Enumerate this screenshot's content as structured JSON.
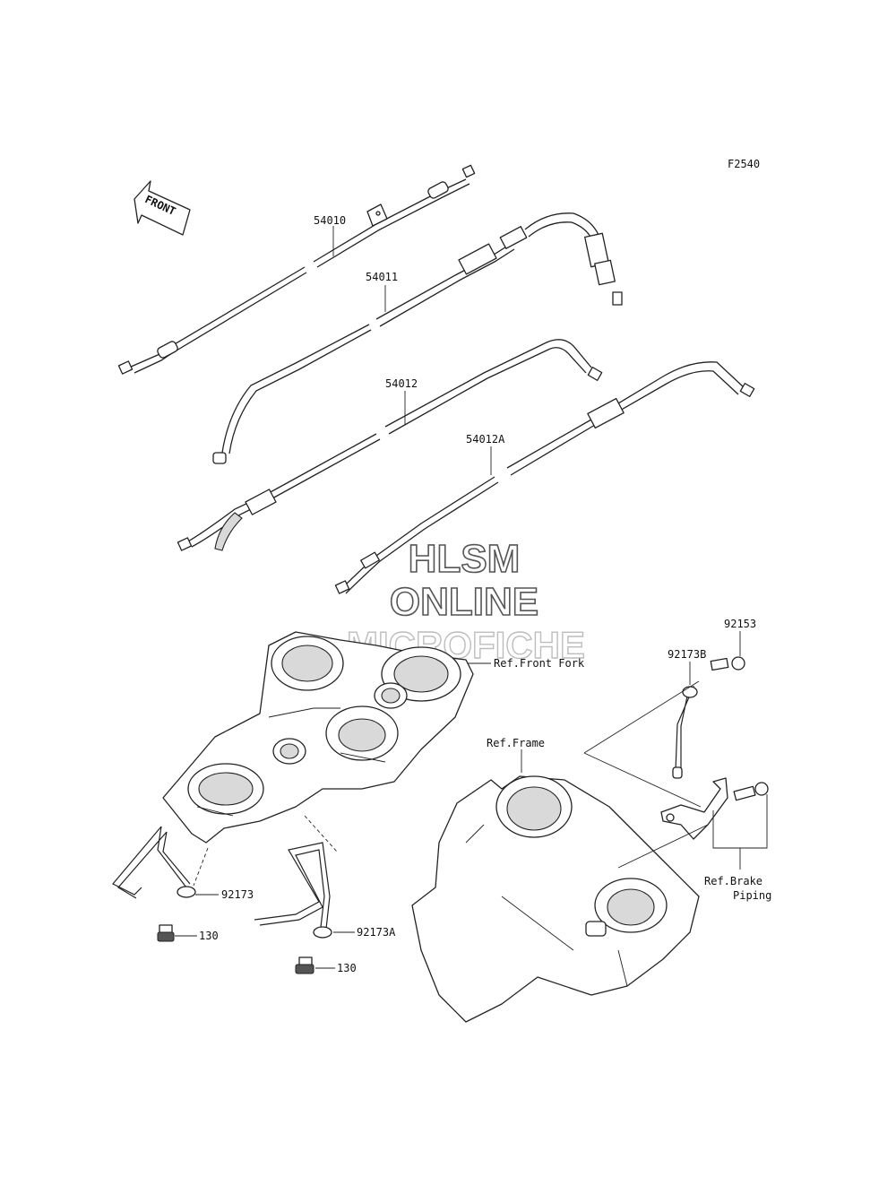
{
  "diagram": {
    "figure_code": "F2540",
    "front_arrow_text": "FRONT",
    "labels": {
      "p54010": "54010",
      "p54011": "54011",
      "p54012": "54012",
      "p54012A": "54012A",
      "p92153": "92153",
      "p92173B": "92173B",
      "p92173": "92173",
      "p92173A": "92173A",
      "p130a": "130",
      "p130b": "130",
      "ref_front_fork": "Ref.Front Fork",
      "ref_frame": "Ref.Frame",
      "ref_brake_1": "Ref.Brake",
      "ref_brake_2": "Piping"
    },
    "watermark": {
      "line1": "HLSM",
      "line2": "ONLINE",
      "line3": "MICROFICHE"
    }
  }
}
